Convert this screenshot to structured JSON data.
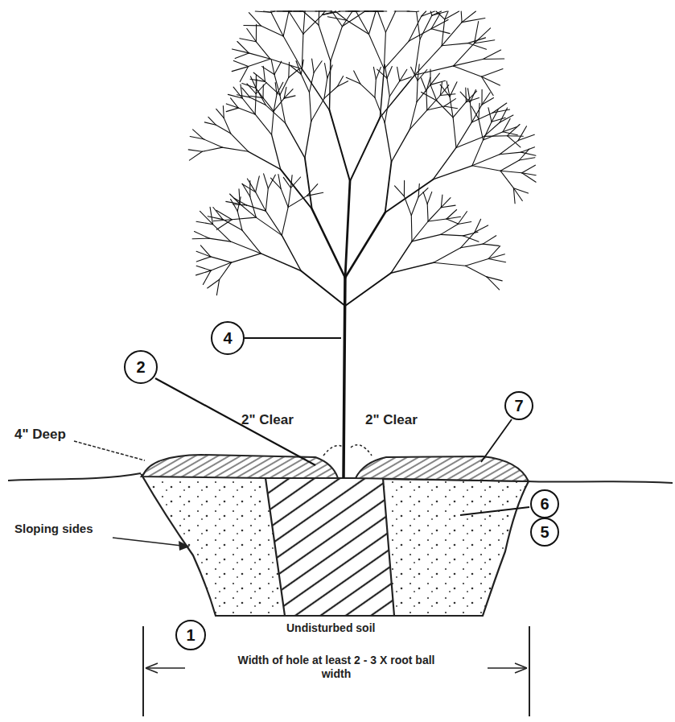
{
  "diagram": {
    "nodes": [
      {
        "text": [
          "4"
        ]
      },
      {
        "text": [
          "2"
        ]
      },
      {
        "text": [
          "7"
        ]
      },
      {
        "text": [
          "6"
        ]
      },
      {
        "text": [
          "5"
        ]
      },
      {
        "text": [
          "1"
        ]
      }
    ],
    "labels": [
      "2\" Clear",
      "2\" Clear",
      "4\" Deep",
      "Sloping sides",
      "Undisturbed soil",
      "Width of hole at least 2 - 3 X root ball width"
    ]
  }
}
